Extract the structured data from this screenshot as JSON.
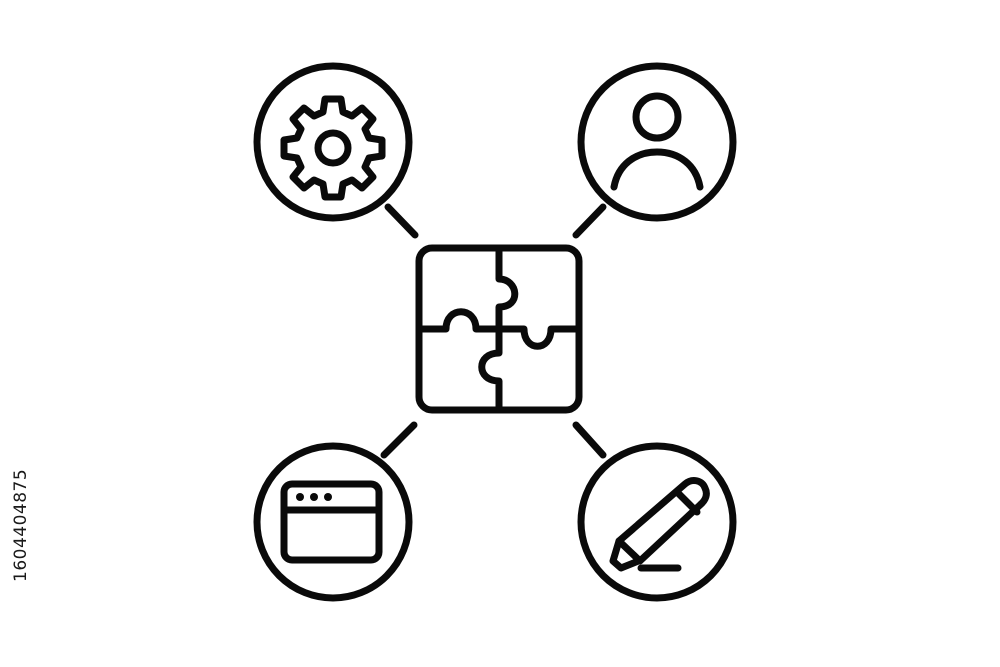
{
  "diagram": {
    "center_node": {
      "icon": "puzzle-icon"
    },
    "nodes": [
      {
        "id": "top-left",
        "icon": "gear-icon"
      },
      {
        "id": "top-right",
        "icon": "user-icon"
      },
      {
        "id": "bottom-left",
        "icon": "browser-window-icon"
      },
      {
        "id": "bottom-right",
        "icon": "pencil-icon"
      }
    ]
  },
  "watermark": {
    "stock_id": "1604404875"
  },
  "colors": {
    "stroke": "#0a0a0a",
    "background": "#ffffff"
  }
}
